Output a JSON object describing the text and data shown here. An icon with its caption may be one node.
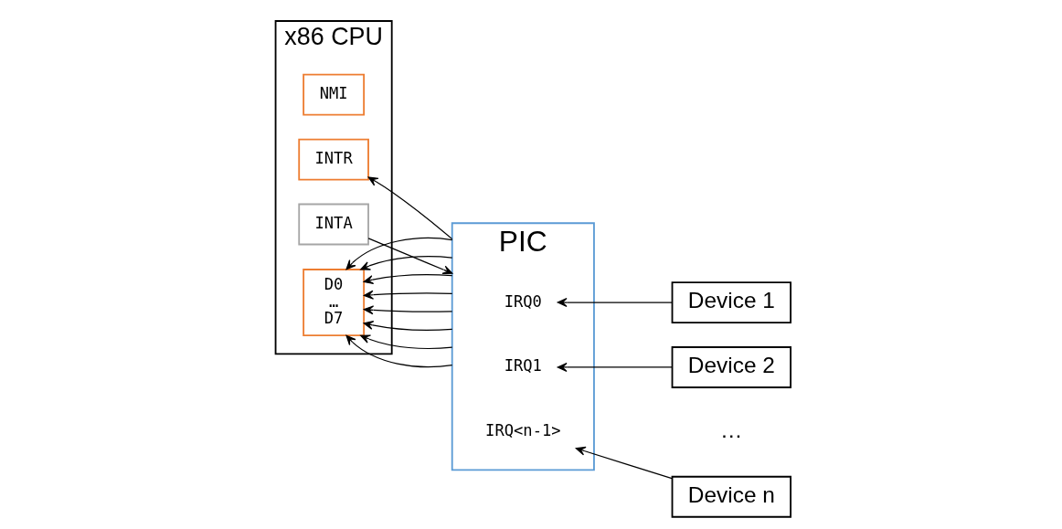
{
  "diagram": {
    "nodes": [
      {
        "text": [
          "x86 CPU"
        ]
      },
      {
        "text": [
          "NMI"
        ],
        "in": 0
      },
      {
        "text": [
          "INTR"
        ],
        "in": 0
      },
      {
        "text": [
          "INTA"
        ],
        "in": 0
      },
      {
        "text": [
          "D0",
          "…",
          "D7"
        ],
        "in": 0
      },
      {
        "text": [
          "PIC"
        ]
      },
      {
        "text": [
          "IRQ0"
        ],
        "in": 5
      },
      {
        "text": [
          "IRQ1"
        ],
        "in": 5
      },
      {
        "text": [
          "IRQ<n-1>"
        ],
        "in": 5
      },
      {
        "text": [
          "Device 1"
        ]
      },
      {
        "text": [
          "Device 2"
        ]
      },
      {
        "text": [
          "Device n"
        ]
      }
    ],
    "edges": [
      {
        "from": 5,
        "to": 2,
        "arrow": "to"
      },
      {
        "from": 3,
        "to": 5,
        "arrow": "to"
      },
      {
        "from": 5,
        "to": 4,
        "arrow": "to"
      },
      {
        "from": 5,
        "to": 4,
        "arrow": "to"
      },
      {
        "from": 5,
        "to": 4,
        "arrow": "to"
      },
      {
        "from": 5,
        "to": 4,
        "arrow": "to"
      },
      {
        "from": 5,
        "to": 4,
        "arrow": "to"
      },
      {
        "from": 5,
        "to": 4,
        "arrow": "to"
      },
      {
        "from": 5,
        "to": 4,
        "arrow": "to"
      },
      {
        "from": 5,
        "to": 4,
        "arrow": "to"
      },
      {
        "from": 9,
        "to": 6,
        "arrow": "to"
      },
      {
        "from": 10,
        "to": 7,
        "arrow": "to"
      },
      {
        "from": 11,
        "to": 8,
        "arrow": "to"
      }
    ],
    "labels": [
      "…"
    ]
  }
}
